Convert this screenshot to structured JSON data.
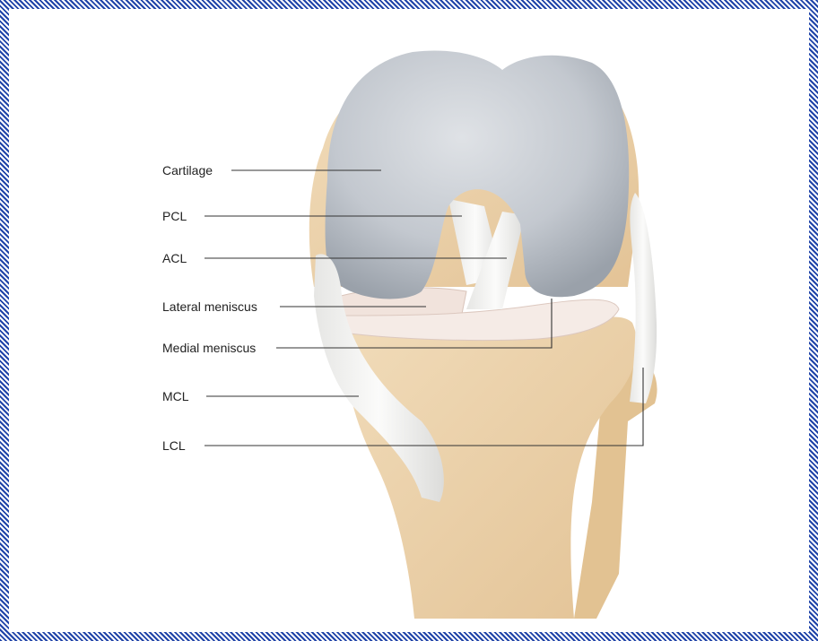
{
  "diagram": {
    "labels": [
      {
        "key": "cartilage",
        "text": "Cartilage"
      },
      {
        "key": "pcl",
        "text": "PCL"
      },
      {
        "key": "acl",
        "text": "ACL"
      },
      {
        "key": "lateral_meniscus",
        "text": "Lateral meniscus"
      },
      {
        "key": "medial_meniscus",
        "text": "Medial meniscus"
      },
      {
        "key": "mcl",
        "text": "MCL"
      },
      {
        "key": "lcl",
        "text": "LCL"
      }
    ],
    "colors": {
      "frame": "#1f43a8",
      "bone": "#ecd2ac",
      "cartilage": "#c7ccd3",
      "ligament": "#f2f2f0",
      "meniscus": "#efe3dd",
      "leader": "#333333"
    }
  }
}
